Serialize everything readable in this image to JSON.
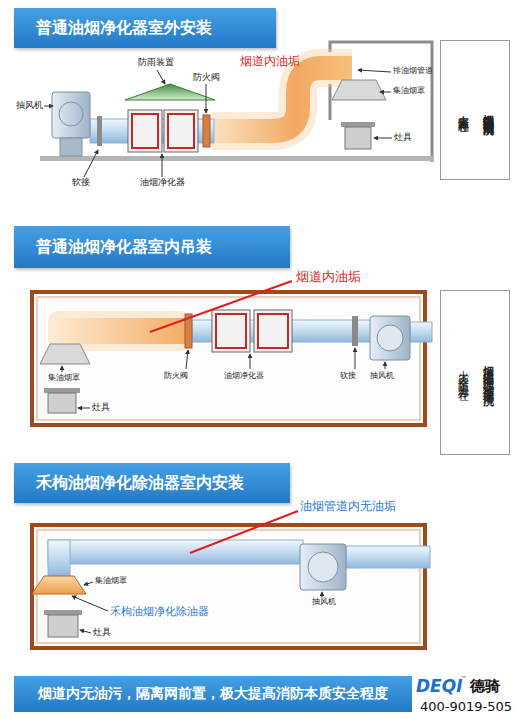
{
  "diagram": {
    "nodes": [
      {
        "text": [
          "普通油烟净化器室外安装"
        ]
      },
      {
        "text": [
          "烟道内油污无法彻底清洗",
          "火灾安全隐患存在"
        ]
      },
      {
        "text": [
          "普通油烟净化器室内吊装"
        ]
      },
      {
        "text": [
          "烟道内油污无法彻底清洗",
          "火灾安全隐患存在"
        ]
      },
      {
        "text": [
          "禾枸油烟净化除油器室内安装"
        ]
      },
      {
        "text": [
          "烟道内无油污，隔离网前置，极大提高消防本质安全程度"
        ]
      }
    ],
    "labels": [
      "防雨装置",
      "防火阀",
      "烟道内油垢",
      "排油烟管道",
      "集油烟罩",
      "抽风机",
      "灶具",
      "软接",
      "油烟净化器",
      "烟道内油垢",
      "集油烟罩",
      "防火阀",
      "油烟净化器",
      "软接",
      "抽风机",
      "灶具",
      "油烟管道内无油垢",
      "集油烟罩",
      "禾枸油烟净化除油器",
      "抽风机",
      "灶具",
      "DEQI",
      "™",
      "德骑",
      "400-9019-505"
    ]
  }
}
